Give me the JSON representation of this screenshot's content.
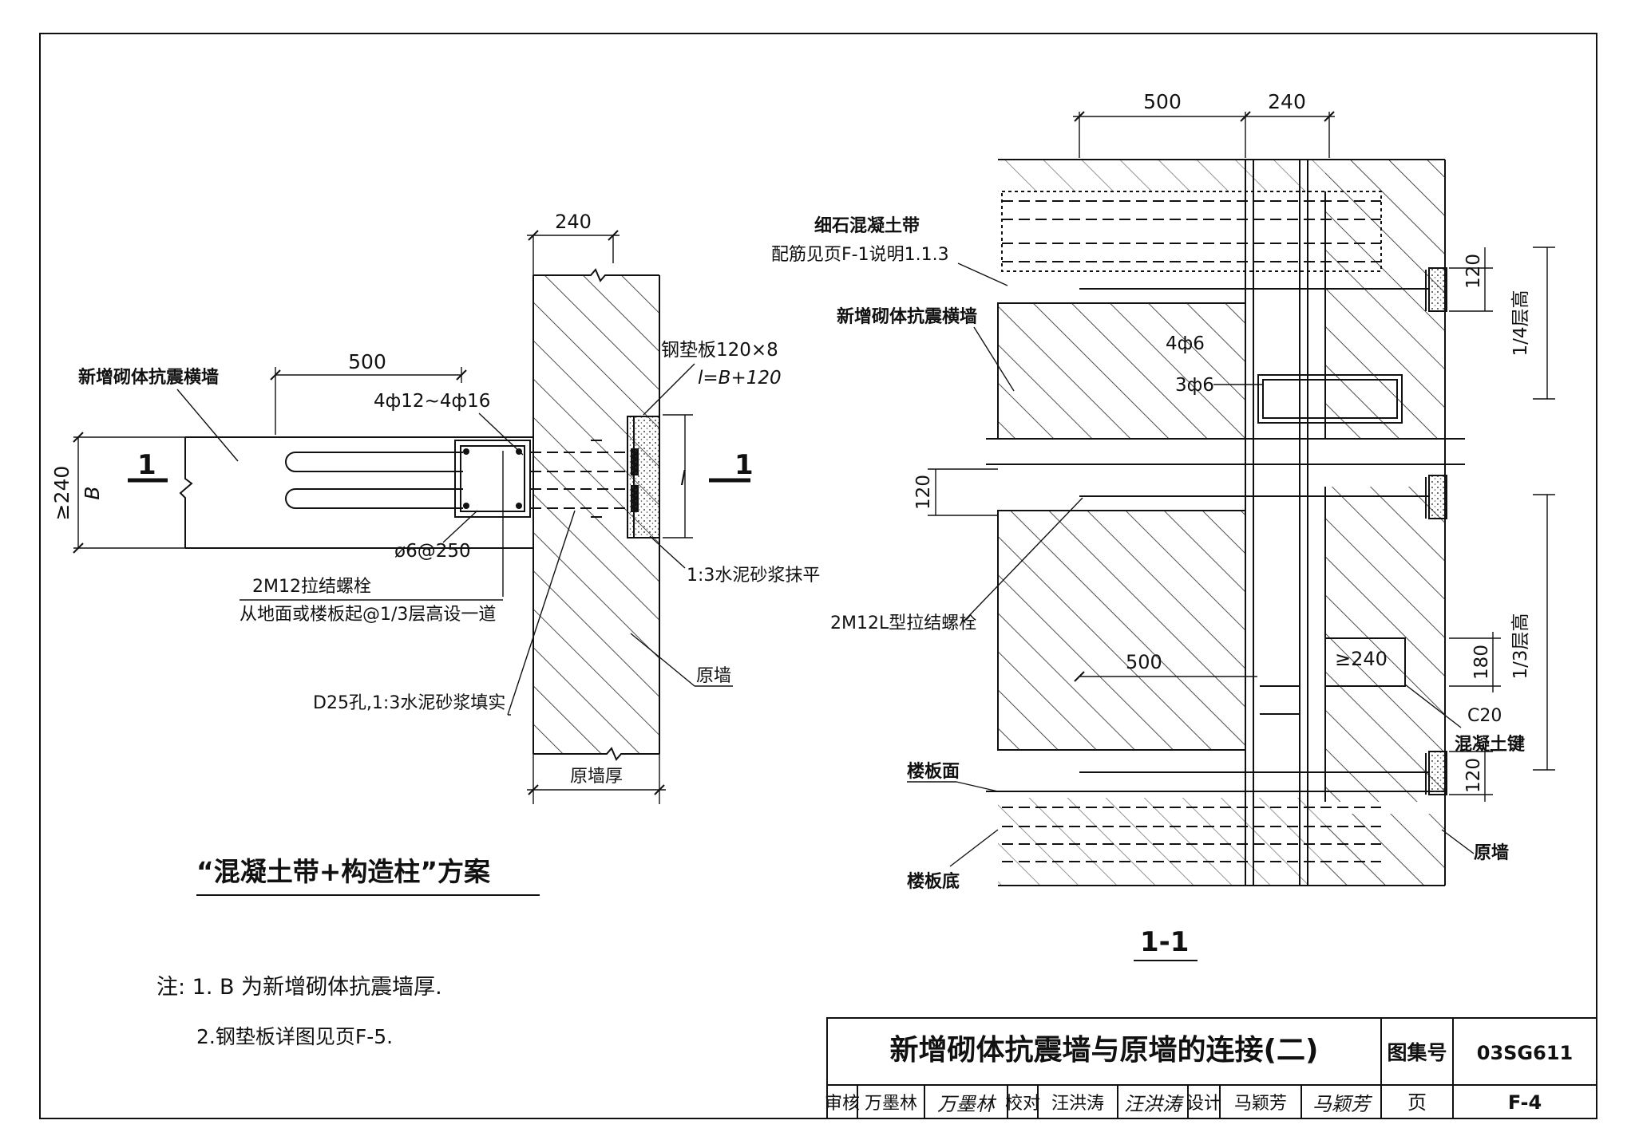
{
  "left_drawing": {
    "dim_top_240": "240",
    "dim_500": "500",
    "new_wall_label": "新增砌体抗震横墙",
    "rebar_label": "4ф12~4ф16",
    "dim_ge240": "≥240",
    "dim_B": "B",
    "section_mark_left": "1",
    "section_mark_right": "1",
    "plate_label_1": "钢垫板120×8",
    "plate_label_2": "l=B+120",
    "dim_l": "l",
    "stirrup_label": "ø6@250",
    "bolt_label_1": "2M12拉结螺栓",
    "bolt_label_2": "从地面或楼板起@1/3层高设一道",
    "mortar_label": "1:3水泥砂浆抹平",
    "hole_label": "D25孔,1:3水泥砂浆填实",
    "orig_wall_label": "原墙",
    "orig_wall_thick": "原墙厚",
    "scheme_title": "“混凝土带+构造柱”方案"
  },
  "right_drawing": {
    "dim_500_top": "500",
    "dim_240_top": "240",
    "concrete_band_1": "细石混凝土带",
    "concrete_band_2": "配筋见页F-1说明1.1.3",
    "new_wall_label": "新增砌体抗震横墙",
    "rebar_4": "4ф6",
    "rebar_3": "3ф6",
    "dim_120_a": "120",
    "dim_quarter": "1/4层高",
    "dim_120_b": "120",
    "bolt_label": "2M12L型拉结螺栓",
    "dim_500_mid": "500",
    "dim_ge240": "≥240",
    "dim_180": "180",
    "dim_third": "1/3层高",
    "c20_1": "C20",
    "c20_2": "混凝土键",
    "floor_top": "楼板面",
    "dim_120_c": "120",
    "floor_bottom": "楼板底",
    "orig_wall": "原墙",
    "section_title": "1-1"
  },
  "notes": {
    "line1": "注: 1. B 为新增砌体抗震墙厚.",
    "line2": "2.钢垫板详图见页F-5."
  },
  "title_block": {
    "title": "新增砌体抗震墙与原墙的连接(二)",
    "atlas_label": "图集号",
    "atlas_no": "03SG611",
    "review_label": "审核",
    "reviewer": "万墨林",
    "reviewer_sig": "万墨林",
    "check_label": "校对",
    "checker": "汪洪涛",
    "checker_sig": "汪洪涛",
    "design_label": "设计",
    "designer": "马颖芳",
    "designer_sig": "马颖芳",
    "page_label": "页",
    "page_no": "F-4"
  }
}
